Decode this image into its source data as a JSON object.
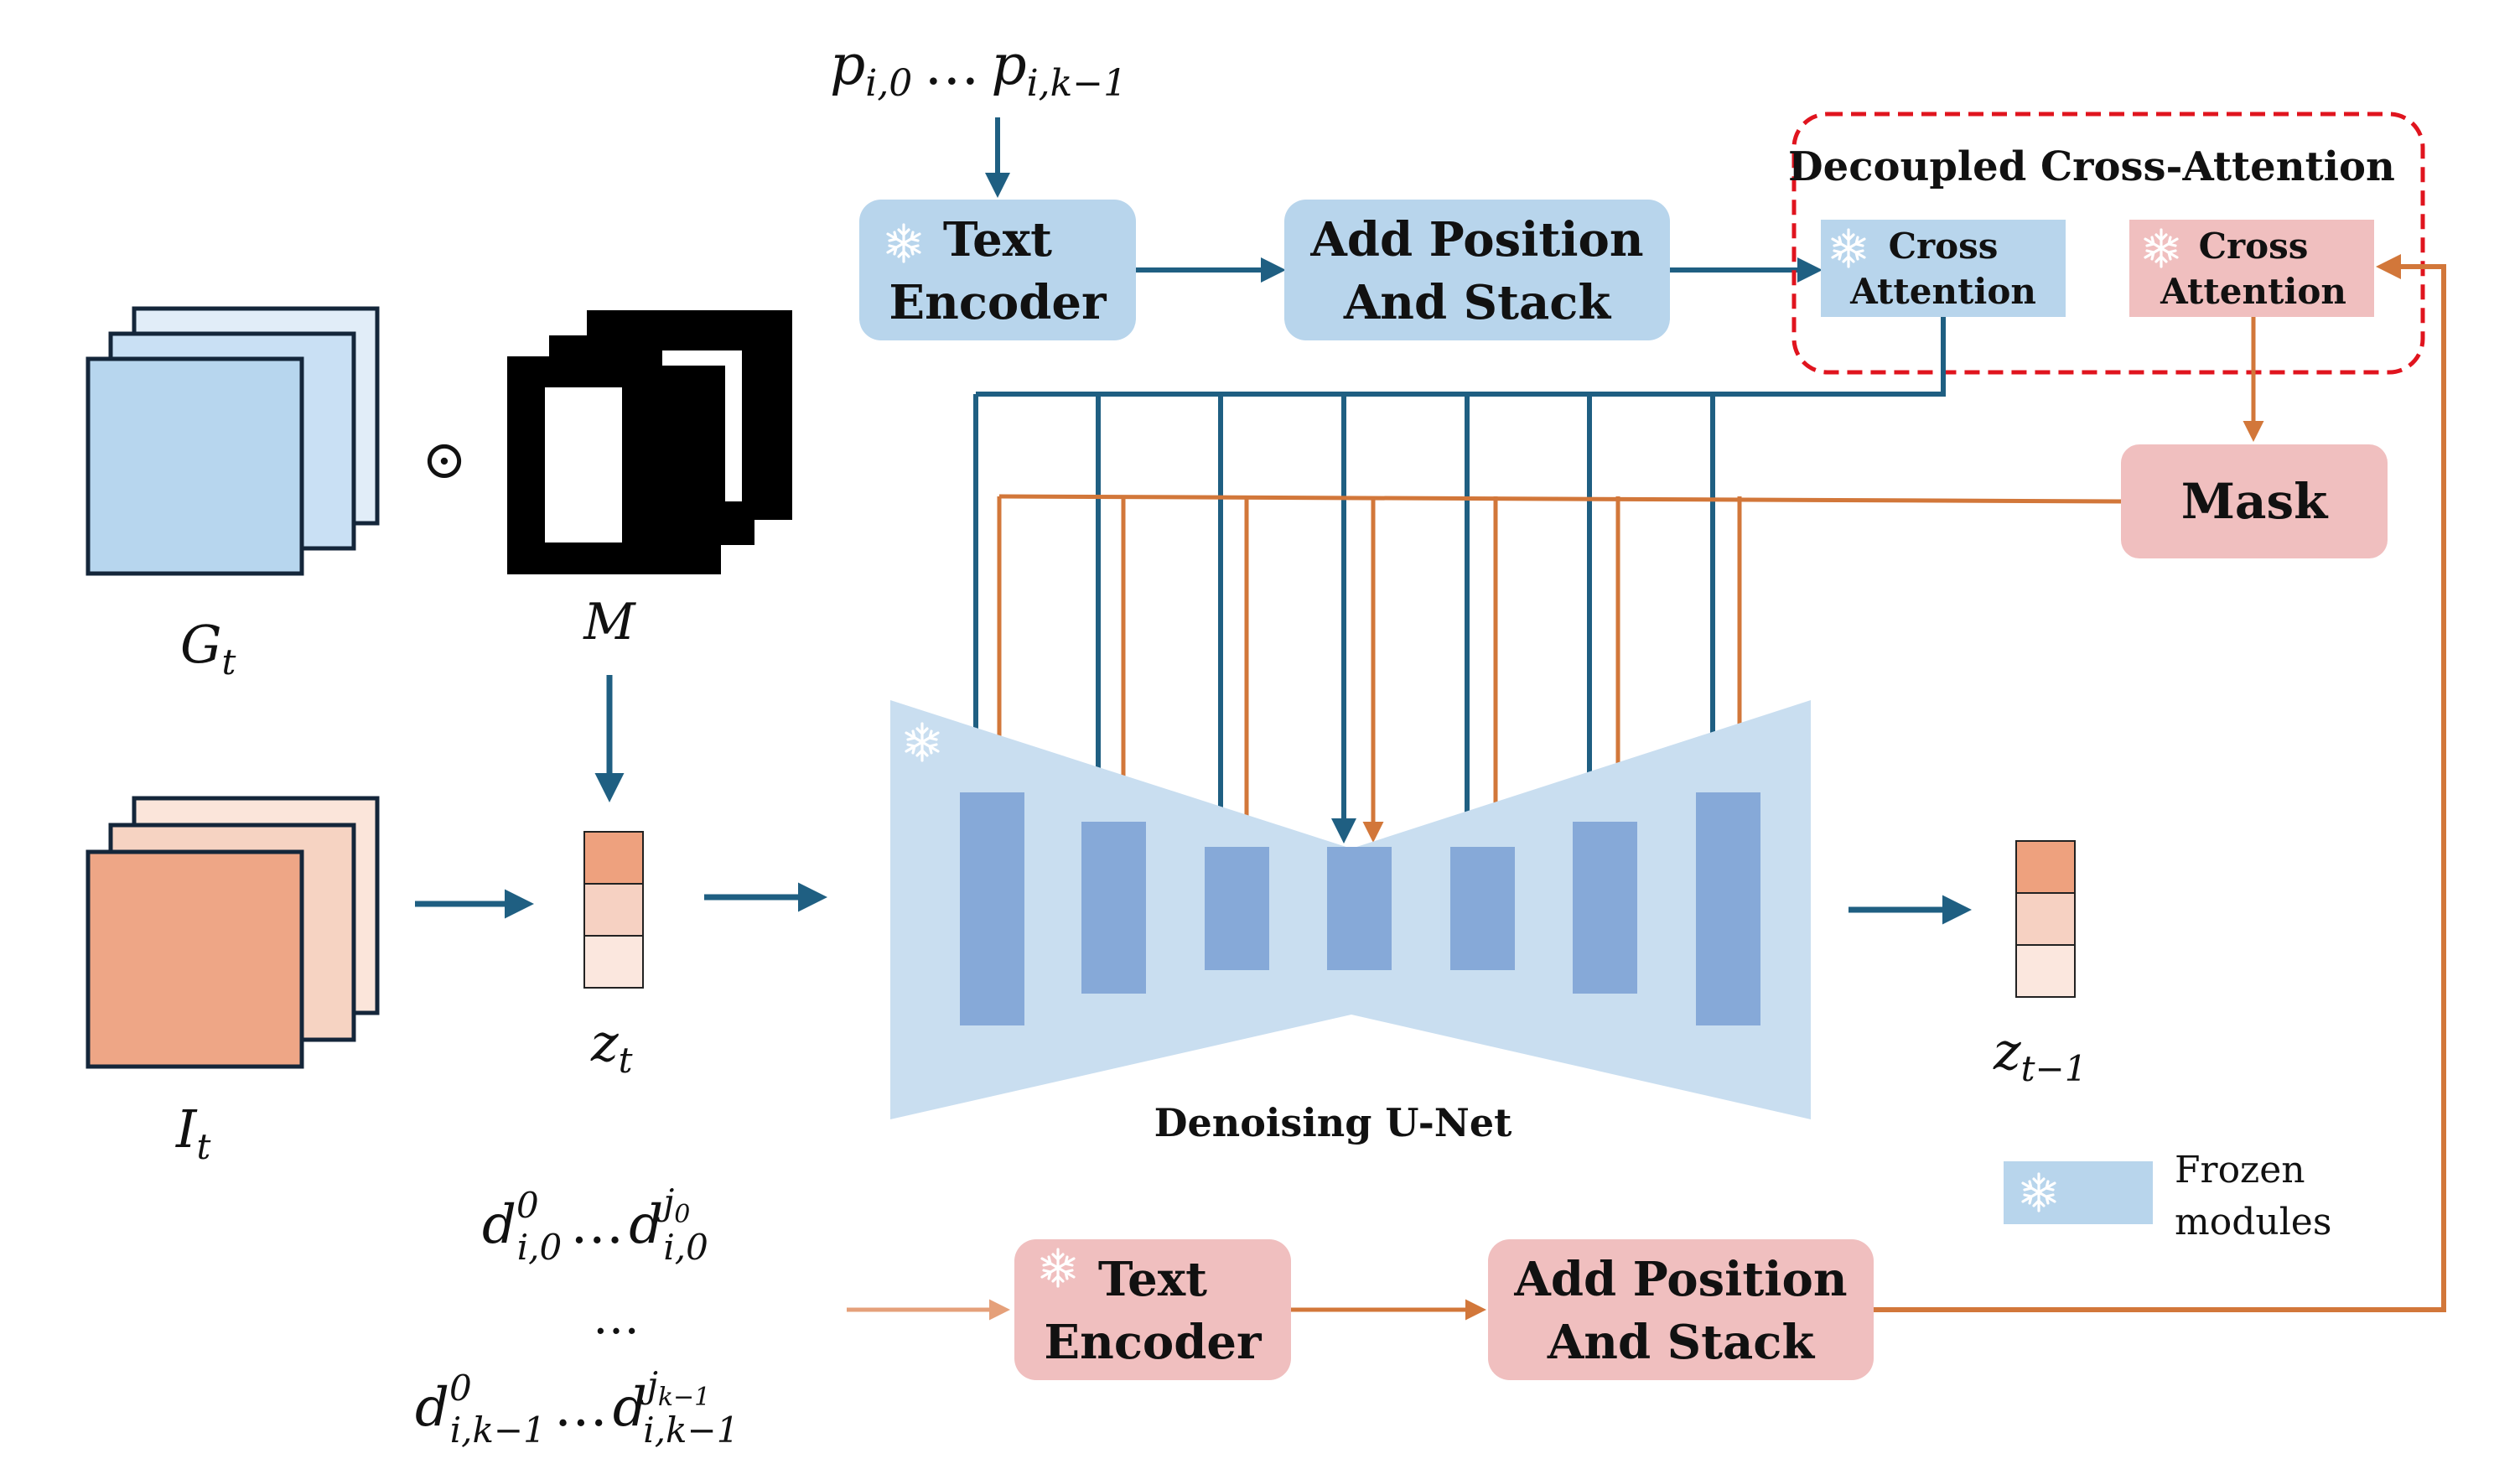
{
  "colors": {
    "blue_box": "#b8d5ec",
    "pink_box": "#f0bfbf",
    "blue_arrow": "#1f5f82",
    "orange_arrow": "#d2773a",
    "unet_bg": "#c9def0",
    "unet_block": "#86a9d8",
    "dashed_red": "#e0141e",
    "latent_top": "#eea17e",
    "latent_mid": "#f6d1c2",
    "latent_bot": "#fbe7de"
  },
  "top": {
    "input_left": "p",
    "input_left_sub": "i,0",
    "ellipsis": "…",
    "input_right": "p",
    "input_right_sub": "i,k−1",
    "text_encoder": [
      "Text",
      "Encoder"
    ],
    "add_position": [
      "Add Position",
      "And Stack"
    ]
  },
  "decoupled": {
    "title": "Decoupled Cross-Attention",
    "left_label": [
      "Cross",
      "Attention"
    ],
    "right_label": [
      "Cross",
      "Attention"
    ]
  },
  "mask_label": "Mask",
  "left": {
    "g_label": "G",
    "g_sub": "t",
    "odot": "⊙",
    "m_label": "M",
    "i_label": "I",
    "i_sub": "t",
    "z_label": "z",
    "z_sub": "t"
  },
  "unet_label": "Denoising U-Net",
  "output": {
    "z_label": "z",
    "z_sub": "t−1"
  },
  "legend": [
    "Frozen",
    "modules"
  ],
  "bottom": {
    "d_row1": {
      "d": "d",
      "sup_a": "0",
      "sub_a": "i,0",
      "ellipsis": "…",
      "sup_b": "j",
      "sup_b_sub": "0",
      "sub_b": "i,0"
    },
    "vdots": "…",
    "d_row2": {
      "d": "d",
      "sup_a": "0",
      "sub_a": "i,k−1",
      "ellipsis": "…",
      "sup_b": "j",
      "sup_b_sub": "k−1",
      "sub_b": "i,k−1"
    },
    "text_encoder": [
      "Text",
      "Encoder"
    ],
    "add_position": [
      "Add Position",
      "And Stack"
    ]
  },
  "icons": [
    "snowflake-icon"
  ]
}
